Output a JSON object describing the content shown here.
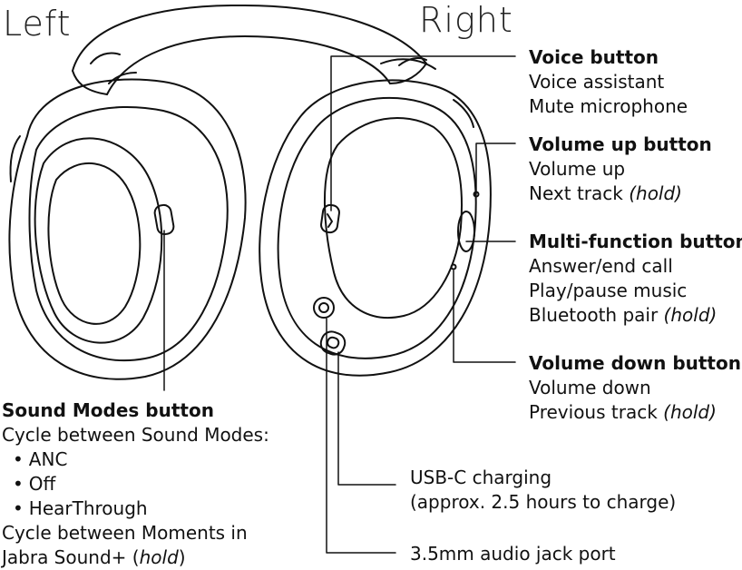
{
  "labels": {
    "left": "Left",
    "right": "Right"
  },
  "callouts": {
    "voice": {
      "title": "Voice button",
      "lines": [
        "Voice assistant",
        "Mute microphone"
      ]
    },
    "volume_up": {
      "title": "Volume up button",
      "line1": "Volume up",
      "line2_main": "Next track",
      "line2_em": "(hold)"
    },
    "multi": {
      "title": "Multi-function button",
      "line1": "Answer/end call",
      "line2": "Play/pause music",
      "line3_main": "Bluetooth pair",
      "line3_em": "(hold)"
    },
    "volume_down": {
      "title": "Volume down button",
      "line1": "Volume down",
      "line2_main": "Previous track",
      "line2_em": "(hold)"
    },
    "sound_modes": {
      "title": "Sound Modes button",
      "intro": "Cycle between Sound Modes:",
      "modes": [
        "ANC",
        "Off",
        "HearThrough"
      ],
      "outro1": "Cycle between Moments in",
      "outro2_main": "Jabra Sound+",
      "outro2_em": "hold"
    },
    "usb": {
      "line1": "USB-C charging",
      "line2": "(approx. 2.5 hours to charge)"
    },
    "jack": {
      "line1": "3.5mm audio jack port"
    }
  }
}
